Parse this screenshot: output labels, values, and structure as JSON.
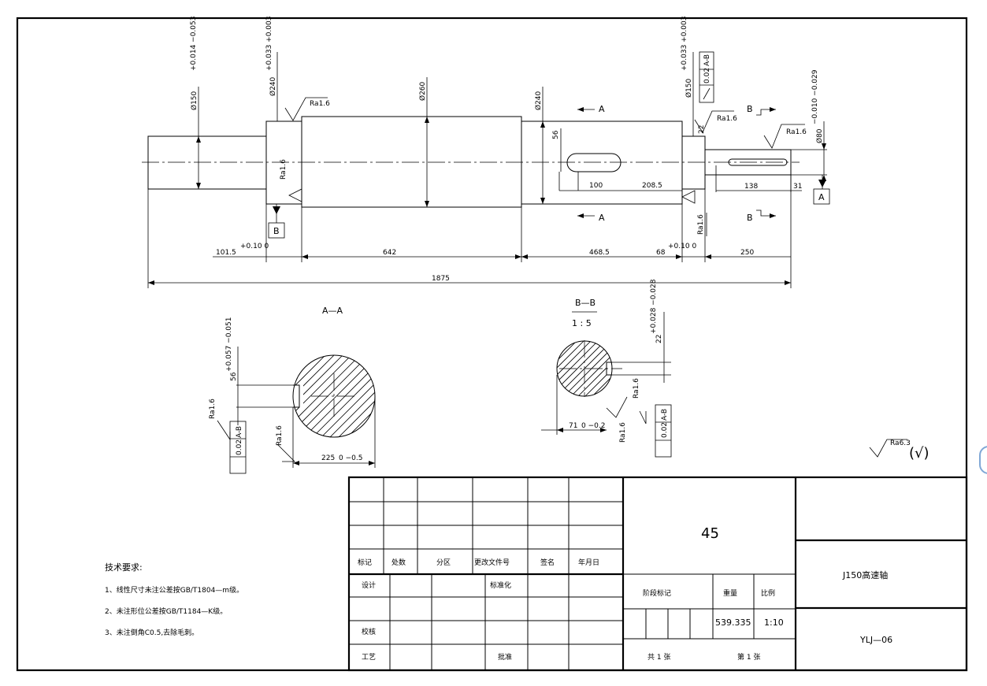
{
  "dimensions": {
    "d150": "Ø150",
    "d150_tol": "+0.014 −0.053",
    "d240_left": "Ø240",
    "d240_left_tol": "+0.033 +0.003",
    "d260": "Ø260",
    "d240_right": "Ø240",
    "d150_right": "Ø150",
    "d150_right_tol": "+0.033 +0.003",
    "d80": "Ø80",
    "d80_tol": "−0.010 −0.029",
    "key_width": "56",
    "key_len": "100",
    "key_pos": "208.5",
    "len_101": "101.5",
    "len_101_tol": "+0.10 0",
    "len_642": "642",
    "len_468": "468.5",
    "len_68": "68",
    "len_68_tol": "+0.10 0",
    "len_250": "250",
    "len_1875": "1875",
    "len_22": "22",
    "len_138": "138",
    "len_31": "31",
    "sec_a_key": "56",
    "sec_a_key_tol": "+0.057 −0.051",
    "sec_a_depth": "225",
    "sec_a_depth_tol": "0 −0.5",
    "sec_b_key": "22",
    "sec_b_key_tol": "+0.028 −0.028",
    "sec_b_depth": "71",
    "sec_b_depth_tol": "0 −0.2"
  },
  "roughness": {
    "r1": "Ra1.6",
    "r2": "Ra1.6",
    "r3": "Ra1.6",
    "r4": "Ra1.6",
    "r5": "Ra1.6",
    "r6": "Ra1.6",
    "r7": "Ra1.6",
    "r8": "Ra1.6",
    "r9": "Ra1.6",
    "general": "Ra6.3"
  },
  "tolerance": {
    "runout_value": "0.02",
    "runout_ref": "A-B",
    "sym_a_value": "0.02",
    "sym_a_ref": "A-B",
    "sym_b_value": "0.02",
    "sym_b_ref": "A-B"
  },
  "datums": {
    "a": "A",
    "b": "B"
  },
  "sections": {
    "aa_marker": "A",
    "bb_marker": "B",
    "aa_title": "A—A",
    "bb_title": "B—B",
    "bb_scale": "1 : 5"
  },
  "notes": {
    "title": "技术要求:",
    "items": [
      "1、线性尺寸未注公差按GB/T1804—m级。",
      "2、未注形位公差按GB/T1184—K级。",
      "3、未注倒角C0.5,去除毛刺。"
    ]
  },
  "title_block": {
    "material": "45",
    "part_name": "J150高速轴",
    "drawing_no": "YLJ—06",
    "mass": "539.335",
    "scale": "1:10",
    "headers": [
      "标记",
      "处数",
      "分区",
      "更改文件号",
      "签名",
      "年月日"
    ],
    "design": "设计",
    "standardization": "标准化",
    "check": "校核",
    "process": "工艺",
    "approve": "批准",
    "stage_mark": "阶段标记",
    "mass_label": "重量",
    "scale_label": "比例",
    "sheets_total": "共 1 张",
    "sheet_no": "第 1 张"
  }
}
